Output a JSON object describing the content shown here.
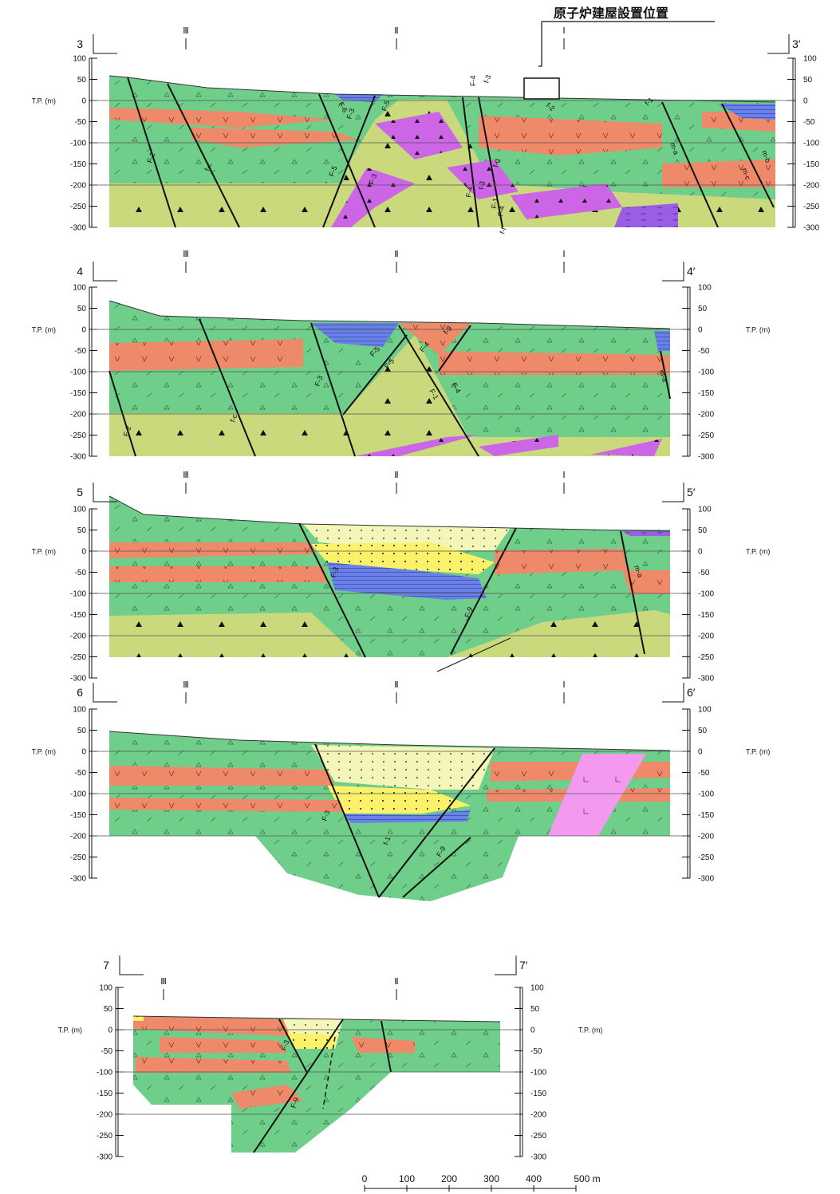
{
  "title": "原子炉建屋設置位置",
  "elevation_label": "T.P. (m)",
  "ticks": [
    "100",
    "50",
    "0",
    "-50",
    "-100",
    "-150",
    "-200",
    "-250",
    "-300"
  ],
  "colors": {
    "green": "#6fcf8a",
    "salmon": "#ee8a6a",
    "olive": "#c9d97c",
    "magenta": "#cc66e6",
    "blue": "#6a82e8",
    "yellow": "#fbf26a",
    "paleyellow": "#f3f6b8",
    "pink": "#f39af0",
    "purple": "#9b5de5"
  },
  "sections": [
    {
      "id": "s3",
      "left_label": "3",
      "right_label": "3′",
      "zones": [
        "Ⅲ",
        "Ⅱ",
        "Ⅰ"
      ],
      "faults": [
        "F-2",
        "f-c",
        "F-6",
        "F-3",
        "F-5",
        "F-5",
        "F-3",
        "F-4",
        "f-3",
        "F-4",
        "f-3",
        "F-1",
        "f-g",
        "F-4",
        "f-f",
        "f-2",
        "f-1",
        "m-a",
        "m-c",
        "m-b"
      ]
    },
    {
      "id": "s4",
      "left_label": "4",
      "right_label": "4′",
      "zones": [
        "Ⅲ",
        "Ⅱ",
        "Ⅰ"
      ],
      "faults": [
        "F-2",
        "f-c",
        "F-3",
        "F-5",
        "F-5",
        "F-4",
        "f-9",
        "F-1",
        "F-4",
        "m-a"
      ]
    },
    {
      "id": "s5",
      "left_label": "5",
      "right_label": "5′",
      "zones": [
        "Ⅲ",
        "Ⅱ",
        "Ⅰ"
      ],
      "faults": [
        "F-3",
        "F-9",
        "m-a"
      ]
    },
    {
      "id": "s6",
      "left_label": "6",
      "right_label": "6′",
      "zones": [
        "Ⅲ",
        "Ⅱ",
        "Ⅰ"
      ],
      "faults": [
        "F-3",
        "f-1",
        "F-9"
      ]
    },
    {
      "id": "s7",
      "left_label": "7",
      "right_label": "7′",
      "zones": [
        "Ⅲ",
        "Ⅱ"
      ],
      "faults": [
        "F-3",
        "F-9"
      ]
    }
  ],
  "scale": {
    "labels": [
      "0",
      "100",
      "200",
      "300",
      "400",
      "500 m"
    ]
  }
}
